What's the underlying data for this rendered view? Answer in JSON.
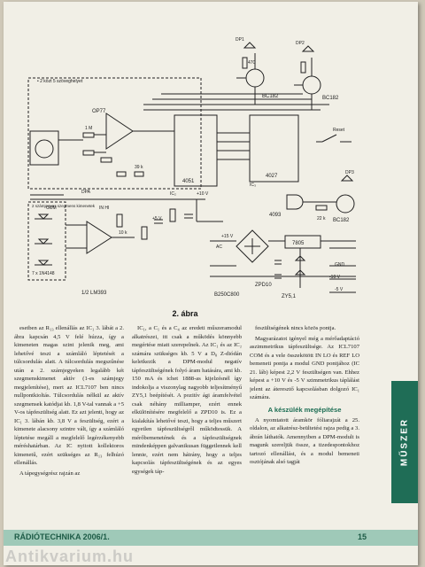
{
  "figure": {
    "caption": "2. ábra",
    "labels": {
      "dashed_note": "• 2 közt 5 szöveghelyet",
      "op": "OP77",
      "ic2": "4051",
      "ic2_name": "IC₂",
      "ic3": "4027",
      "ic3_name": "IC₃",
      "ic4": "4093",
      "lm": "1/2 LM393",
      "reg": "7805",
      "bridge": "B250C800",
      "zpd": "ZPD10",
      "zy": "ZY5,1",
      "tr1": "BC182",
      "tr2": "BC182",
      "tr3": "BC182",
      "dp1": "DP1",
      "dp2": "DP2",
      "dp3": "DP3",
      "reset": "Reset",
      "com": "COM",
      "in_hi": "IN HI",
      "gnd": "GND",
      "ac": "AC",
      "dpa": "DPA",
      "v1": "+10 V",
      "v2": "+5 V",
      "v3": "-5 V",
      "v4": "-10 V",
      "v5": "+15 V",
      "diodes": "7 x 1N4148",
      "d_note": "2 számjegyes szegmens kimenetek",
      "r_470": "470",
      "r_22k": "22 k",
      "r_10k": "10 k",
      "r_1m": "1 M",
      "r_39k": "39 k"
    }
  },
  "columns": {
    "c1": "esetben az R₁₃ ellenállás az IC₁ 3. lábát a 2. ábra kapcsán 4,5 V felé húzza, így a kimeneten magas szint jelenik meg, ami lehetővé teszi a számláló léptetését a túlcsordulás alatt. A túlcsordulás megszűnése után a 2. számjegyeken legalább két szegmenskimenet aktív (1-es számjegy megjelenítése), mert az ICL7107 ben nincs nullpontkioltás. Túlcsordulás nélkül az aktív szegmensek katódjai kb. 1,8 V-tal vannak a +5 V-os tápfeszültség alatt. Ez azt jelenti, hogy az IC₁ 3. lábán kb. 3,8 V a feszültség, ezért a kimenete alacsony szintre vált, így a számláló léptetése megáll a megfelelő legérzékenyebb méréshatárban. Az IC nyitott kollektoros kimenetű, ezért szükséges az R₁₃ felhúzó ellenállás.",
    "c1b": "A tápegységrész rajzán az",
    "c2": "IC₁, a C₁ és a C₄ az eredeti műszeramodul alkatrészei, itt csak a működés könnyebb megértése miatt szerepelnek. Az IC₁ és az IC₂ számára szükséges kb. 5 V a D₈ Z-diódán keletkezik a DPM-modul negatív tápfeszültségének folyó áram hatására, ami kb. 150 mA és ichet 1888-as kijelzésnél így indokolja a viszonylag nagyobb teljesítményű ZY5,1 beépítését. A pozitív ági áramfelvétel csak néhány milliamper, ezért ennek elkülönítésére megfelelő a ZPD10 is. Ez a kialakítás lehetővé teszi, hogy a teljes műszert egyetlen tápfeszültségről működtessük. A mérőbemenetének és a tápfeszültségnek mindenképpen galvanikusan függetlennek kell lennie, ezért nem hátrány, hogy a teljes kapcsolás tápfeszültségének és az egyes egységek táp-",
    "c3": "feszültségének nincs közös pontja.",
    "c3b": "Magyarázatot igényel még a mérőadaptáció aszimmetrikus tápfeszültsége. Az ICL7107 COM és a vele összekötött IN LO és REF LO bemeneti pontja a modul GND pontjához (IC 21. láb) képest 2,2 V feszültségen van. Ehhez képest a +10 V és -5 V szimmetrikus táplálást jelent az áteresztő kapcsolásban dolgozó IC₁ számára.",
    "h_parts": "A készülék megépítése",
    "c3c": "A nyomtatott áramkör fóliarajzát a 25. oldalon, az alkatrész-beültetési rajza pedig a 3. ábrán láthatók. Amennyiben a DPM-modult is magunk szereljük össze, a tizedespontokhoz tartozó ellenállást, és a modul bemeneti osztójának alsó tagját"
  },
  "side_tab": "MŰSZER",
  "footer": {
    "magazine": "RÁDIÓTECHNIKA 2006/1.",
    "page": "15"
  },
  "watermark": "Antikvarium.hu"
}
